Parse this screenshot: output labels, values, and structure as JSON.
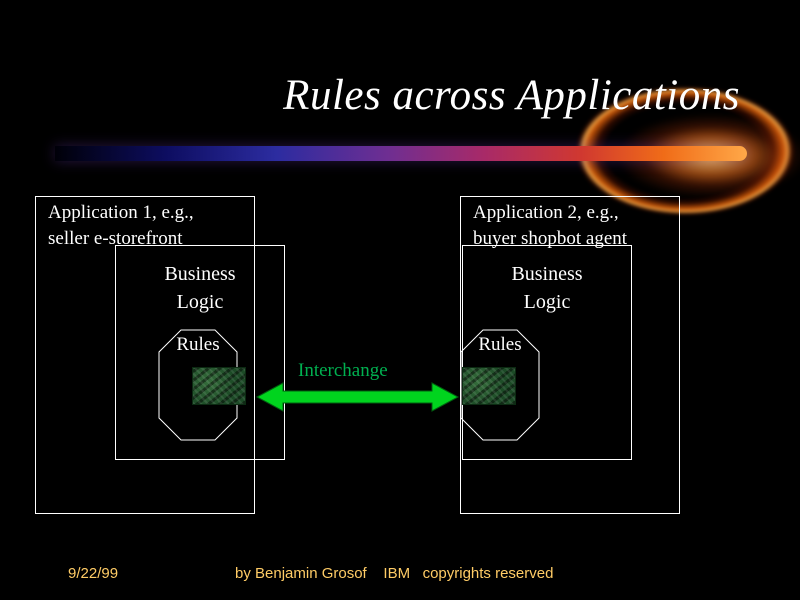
{
  "slide": {
    "title": "Rules across Applications",
    "applications": [
      {
        "label": "Application 1, e.g.,\nseller e-storefront",
        "business_logic_label": "Business\nLogic",
        "rules_label": "Rules"
      },
      {
        "label": "Application 2, e.g.,\nbuyer shopbot agent",
        "business_logic_label": "Business\nLogic",
        "rules_label": "Rules"
      }
    ],
    "interchange_label": "Interchange",
    "footer": {
      "date": "9/22/99",
      "credit": "by Benjamin Grosof    IBM   copyrights reserved"
    },
    "icons": {
      "interchange_arrow": "double-headed-horizontal-arrow",
      "rules_texture": "dark-green-marble-bitmap"
    },
    "colors": {
      "background": "#000000",
      "box_outline": "#FFFFFF",
      "title_text": "#FFFFFF",
      "interchange_green": "#00B050",
      "arrow_green": "#00D41E",
      "footer_text": "#FFCC66",
      "rules_texture_green": "#1C4A26",
      "swoosh_orange": "#FF8C28",
      "swoosh_blue": "#2C2CA0"
    }
  }
}
